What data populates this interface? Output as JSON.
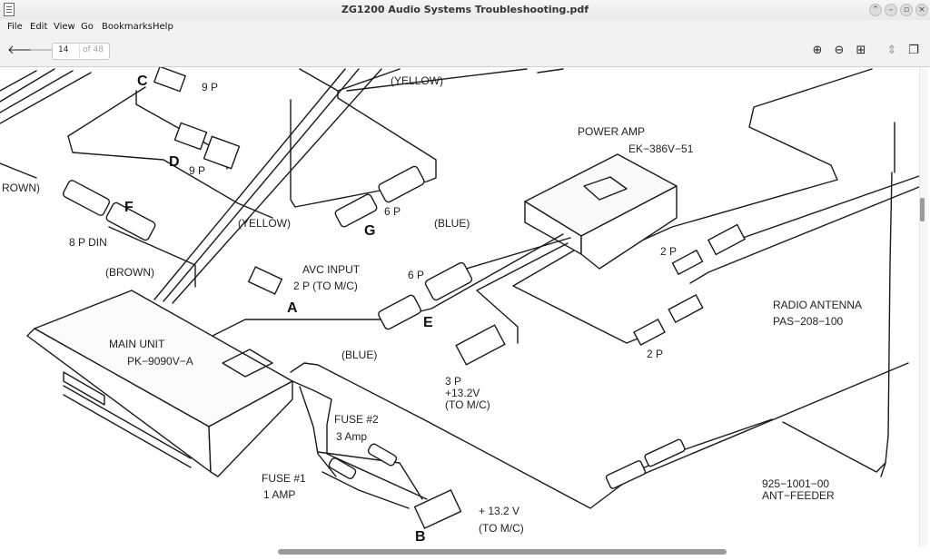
{
  "window": {
    "title": "ZG1200 Audio Systems Troubleshooting.pdf"
  },
  "menu": {
    "items": [
      "File",
      "Edit",
      "View",
      "Go",
      "Bookmarks",
      "Help"
    ]
  },
  "toolbar": {
    "page_current": "14",
    "page_total": "of 48"
  },
  "diagram": {
    "labels": {
      "c": "C",
      "nine_p_c": "9 P",
      "yellow_top": "(YELLOW)",
      "d": "D",
      "nine_p_d": "9 P",
      "brown_left": "ROWN)",
      "power_amp": "POWER AMP",
      "power_amp_model": "EK−386V−51",
      "f": "F",
      "eight_p_din": "8 P DIN",
      "brown": "(BROWN)",
      "yellow_mid": "(YELLOW)",
      "g": "G",
      "six_p_g": "6 P",
      "blue_top": "(BLUE)",
      "six_p_e": "6 P",
      "e": "E",
      "avc_input": "AVC INPUT",
      "avc_sub": "2 P (TO M/C)",
      "a": "A",
      "two_p_upper": "2 P",
      "two_p_lower": "2 P",
      "radio_antenna": "RADIO ANTENNA",
      "radio_antenna_model": "PAS−208−100",
      "main_unit": "MAIN UNIT",
      "main_unit_model": "PK−9090V−A",
      "blue_bottom": "(BLUE)",
      "three_p": "3 P",
      "plus_132v_a": "+13.2V",
      "to_mc_a": "(TO M/C)",
      "fuse2": "FUSE #2",
      "fuse2_amp": "3 Amp",
      "fuse1": "FUSE #1",
      "fuse1_amp": "1 AMP",
      "b": "B",
      "plus_132v_b": "+ 13.2 V",
      "to_mc_b": "(TO M/C)",
      "ant_feeder_num": "925−1001−00",
      "ant_feeder": "ANT−FEEDER"
    }
  }
}
